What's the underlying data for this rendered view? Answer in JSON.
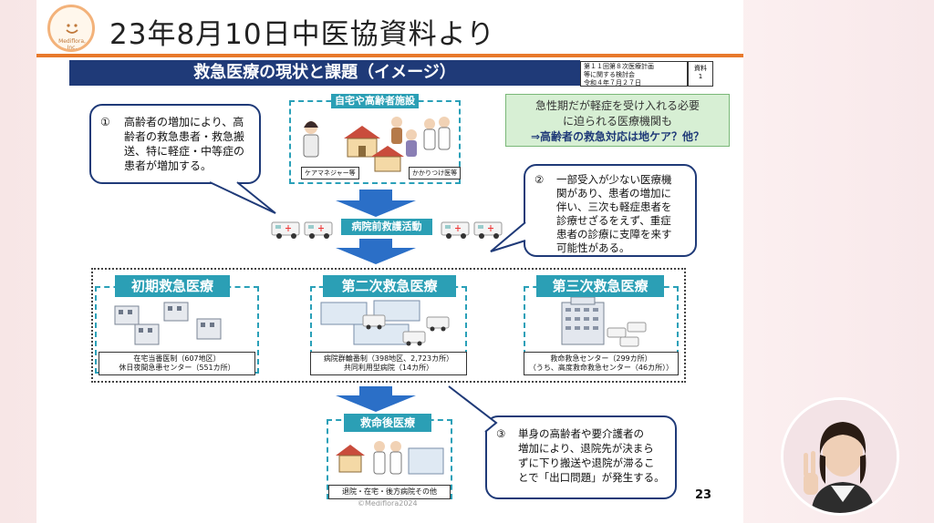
{
  "header": {
    "title": "23年8月10日中医協資料より",
    "logo_text": "Mediflora, Inc."
  },
  "slide": {
    "title": "救急医療の現状と課題（イメージ）",
    "ref_lines": [
      "第１１回第８次医療計画",
      "等に関する検討会",
      "令和４年７月２７日"
    ],
    "ref_label": "資料",
    "ref_no": "1",
    "home_facility": "自宅や高齢者施設等",
    "care_manager": "ケアマネジャー等",
    "family_doctor": "かかりつけ医等",
    "prehospital": "病院前救護活動",
    "bubble1": {
      "num": "①",
      "lines": [
        "高齢者の増加により、高",
        "齢者の救急患者・救急搬",
        "送、特に軽症・中等症の",
        "患者が増加する。"
      ]
    },
    "bubble2": {
      "num": "②",
      "lines": [
        "一部受入が少ない医療機",
        "関があり、患者の増加に",
        "伴い、三次も軽症患者を",
        "診療せざるをえず、重症",
        "患者の診療に支障を来す",
        "可能性がある。"
      ]
    },
    "bubble3": {
      "num": "③",
      "lines": [
        "単身の高齢者や要介護者の",
        "増加により、退院先が決まら",
        "ずに下り搬送や退院が滞るこ",
        "とで「出口問題」が発生する。"
      ]
    },
    "green": {
      "line1": "急性期だが軽症を受け入れる必要",
      "line2": "に迫られる医療機関も",
      "line3": "⇒高齢者の救急対応は地ケア？他？"
    },
    "tier1": {
      "label": "初期救急医療",
      "cap1": "在宅当番医制（607地区）",
      "cap2": "休日夜間急患センター（551カ所）"
    },
    "tier2": {
      "label": "第二次救急医療",
      "cap1": "病院群輪番制（398地区、2,723カ所）",
      "cap2": "共同利用型病院（14カ所）"
    },
    "tier3": {
      "label": "第三次救急医療",
      "cap1": "救命救急センター（299カ所）",
      "cap2": "（うち、高度救命救急センター（46カ所））"
    },
    "after": {
      "label": "救命後医療",
      "cap": "退院・在宅・後方病院その他"
    },
    "page_number": "23",
    "copyright": "©Mediflora2024"
  },
  "colors": {
    "navy": "#1f3a78",
    "teal": "#2b9fb5",
    "orange": "#e8792b",
    "green": "#d7efd4"
  }
}
